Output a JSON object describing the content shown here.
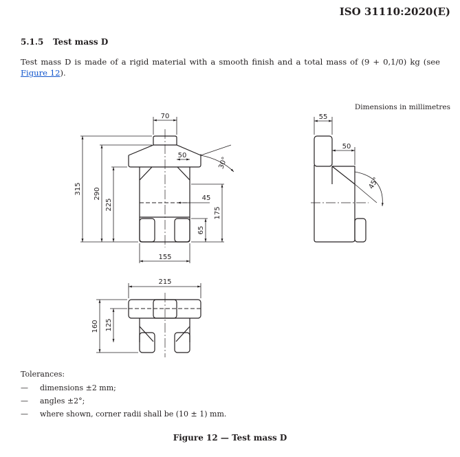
{
  "header": {
    "standard_id": "ISO 31110:2020(E)"
  },
  "section": {
    "number": "5.1.5",
    "title": "Test mass D",
    "intro_before_link": "Test mass D is made of a rigid material with a smooth finish and a total mass of (9 + 0,1/0) kg (see ",
    "link_text": "Figure 12",
    "intro_after_link": ")."
  },
  "figure": {
    "dims_note": "Dimensions in millimetres",
    "front_view": {
      "top_width": "70",
      "overhang": "50",
      "chamfer_angle": "30°",
      "total_height": "315",
      "body_top_height": "290",
      "body_height": "225",
      "mid_height": "175",
      "offset": "45",
      "foot_height": "65",
      "body_width": "155"
    },
    "side_view": {
      "top_width": "55",
      "step": "50",
      "angle": "45°"
    },
    "top_view": {
      "width": "215",
      "depth": "160",
      "inner_depth": "125"
    },
    "caption": "Figure 12 — Test mass D"
  },
  "tolerances": {
    "heading": "Tolerances:",
    "items": [
      "dimensions ±2 mm;",
      "angles ±2°;",
      "where shown, corner radii shall be (10 ± 1) mm."
    ],
    "dash": "—"
  }
}
